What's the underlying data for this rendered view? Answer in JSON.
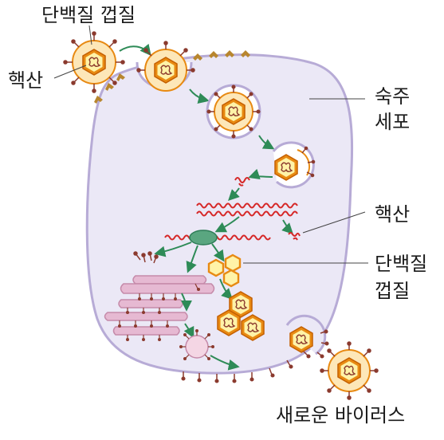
{
  "labels": {
    "capsid_top": "단백질 껍질",
    "nucleic_top": "핵산",
    "host_line1": "숙주",
    "host_line2": "세포",
    "nucleic_right": "핵산",
    "capsid_right_line1": "단백질",
    "capsid_right_line2": "껍질",
    "new_virus": "새로운 바이러스"
  },
  "colors": {
    "cell_fill": "#ebe8f6",
    "cell_stroke": "#b7abd6",
    "rna": "#d62828",
    "arrow": "#2e8b57",
    "capsid_outer": "#e88a12",
    "capsid_inner": "#fff3a8",
    "envelope": "#fde7b8",
    "spike": "#8b3a2e",
    "receptor": "#b8862e",
    "er": "#e6b9d2",
    "ribosome": "#c0617a"
  }
}
